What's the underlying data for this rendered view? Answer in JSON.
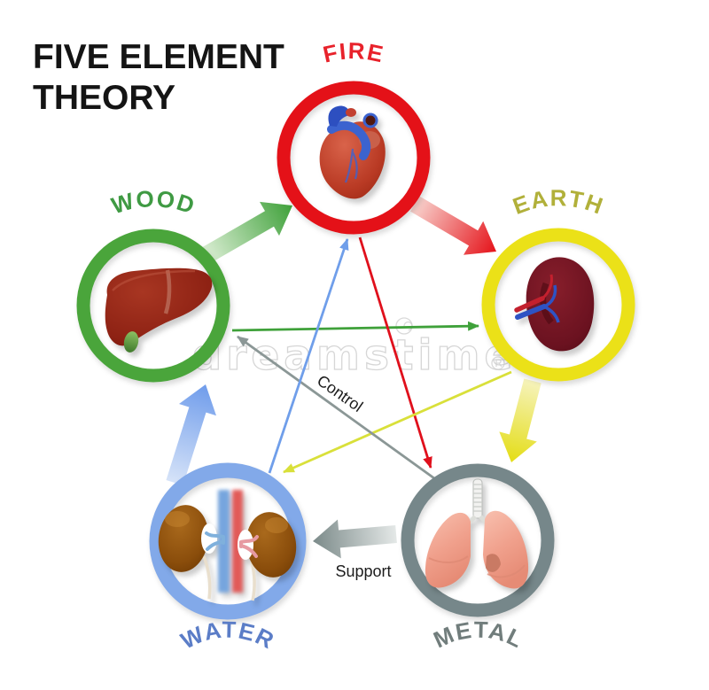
{
  "title": {
    "line1": "FIVE ELEMENT",
    "line2": "THEORY"
  },
  "elements": {
    "fire": {
      "label": "FIRE",
      "organ": "heart",
      "ring_color": "#e41118",
      "label_color": "#e8222b"
    },
    "earth": {
      "label": "EARTH",
      "organ": "spleen",
      "ring_color": "#ebe118",
      "label_color": "#b1b03a"
    },
    "metal": {
      "label": "METAL",
      "organ": "lungs",
      "ring_color": "#76878a",
      "label_color": "#717d7c"
    },
    "water": {
      "label": "WATER",
      "organ": "kidneys",
      "ring_color": "#82a9e9",
      "label_color": "#5b7dc7"
    },
    "wood": {
      "label": "WOOD",
      "organ": "liver",
      "ring_color": "#4aa53b",
      "label_color": "#3f9a43"
    }
  },
  "cycles": {
    "support": {
      "label": "Support",
      "arrows": [
        "wood→fire",
        "fire→earth",
        "earth→metal",
        "metal→water",
        "water→wood"
      ]
    },
    "control": {
      "label": "Control",
      "arrows": [
        "wood→earth",
        "fire→metal",
        "earth→water",
        "metal→wood",
        "water→fire"
      ]
    }
  },
  "watermark": {
    "text": "dreamstime"
  }
}
